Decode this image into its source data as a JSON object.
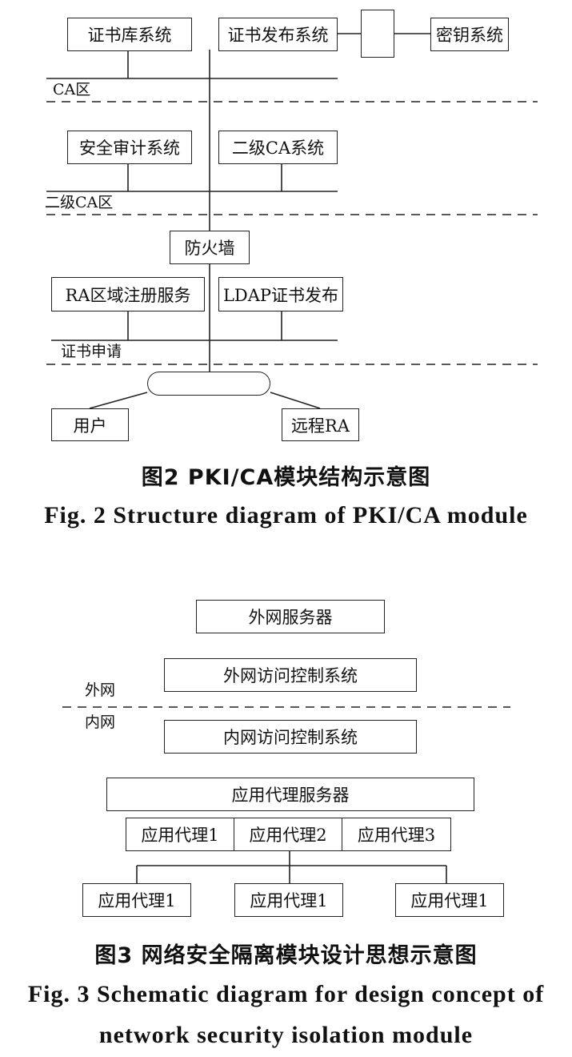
{
  "figure2": {
    "boxes": {
      "cert_db": "证书库系统",
      "cert_publish": "证书发布系统",
      "key_system": "密钥系统",
      "audit": "安全审计系统",
      "sub_ca": "二级CA系统",
      "firewall": "防火墙",
      "ra_register": "RA区域注册服务",
      "ldap_publish": "LDAP证书发布",
      "user": "用户",
      "remote_ra": "远程RA"
    },
    "zones": {
      "ca": "CA区",
      "sub_ca": "二级CA区",
      "cert_apply": "证书申请"
    },
    "caption_cn": "图2  PKI/CA模块结构示意图",
    "caption_en": "Fig. 2  Structure diagram of PKI/CA module"
  },
  "figure3": {
    "boxes": {
      "ext_server": "外网服务器",
      "ext_access": "外网访问控制系统",
      "int_access": "内网访问控制系统",
      "app_proxy_server": "应用代理服务器",
      "proxy1": "应用代理1",
      "proxy2": "应用代理2",
      "proxy3": "应用代理3",
      "leaf1": "应用代理1",
      "leaf2": "应用代理1",
      "leaf3": "应用代理1"
    },
    "zones": {
      "external": "外网",
      "internal": "内网"
    },
    "caption_cn": "图3  网络安全隔离模块设计思想示意图",
    "caption_en_line1": "Fig. 3  Schematic diagram for design concept of",
    "caption_en_line2": "network security isolation module"
  }
}
